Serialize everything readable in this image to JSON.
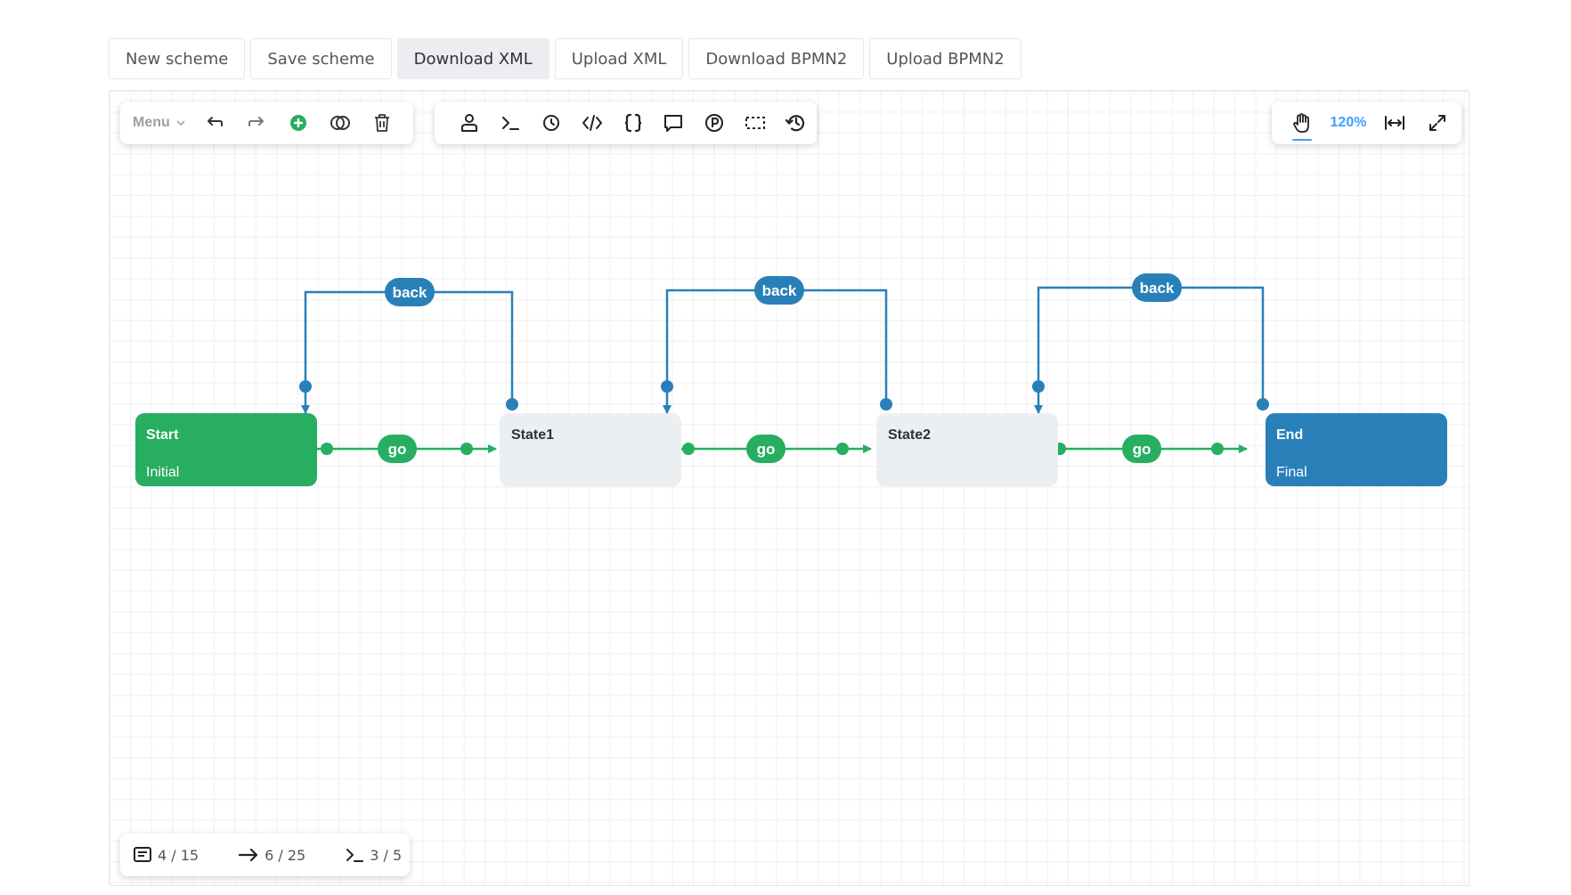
{
  "top_buttons": [
    {
      "label": "New scheme"
    },
    {
      "label": "Save scheme"
    },
    {
      "label": "Download XML"
    },
    {
      "label": "Upload XML"
    },
    {
      "label": "Download BPMN2"
    },
    {
      "label": "Upload BPMN2"
    }
  ],
  "toolbar_left": {
    "menu_label": "Menu",
    "icons": [
      "undo-icon",
      "redo-icon",
      "add-activity-icon",
      "toggle-icon",
      "delete-icon"
    ]
  },
  "toolbar_mid": {
    "icons": [
      "actor-icon",
      "command-icon",
      "timer-icon",
      "code-action-icon",
      "parameters-icon",
      "comment-icon",
      "process-parameters-icon",
      "select-area-icon",
      "history-icon"
    ]
  },
  "toolbar_right": {
    "zoom_label": "120%"
  },
  "stats": {
    "activities": "4 / 15",
    "transitions": "6 / 25",
    "commands": "3 / 5"
  },
  "diagram": {
    "nodes": [
      {
        "name": "Start",
        "state": "Initial",
        "kind": "initial"
      },
      {
        "name": "State1",
        "state": "",
        "kind": "normal"
      },
      {
        "name": "State2",
        "state": "",
        "kind": "normal"
      },
      {
        "name": "End",
        "state": "Final",
        "kind": "final"
      }
    ],
    "forward_label": "go",
    "back_label": "back"
  },
  "colors": {
    "initial": "#27ae60",
    "final": "#2980b9",
    "normal": "#eceff1",
    "forward": "#27ae60",
    "back": "#2980b9",
    "accent": "#409eff"
  }
}
